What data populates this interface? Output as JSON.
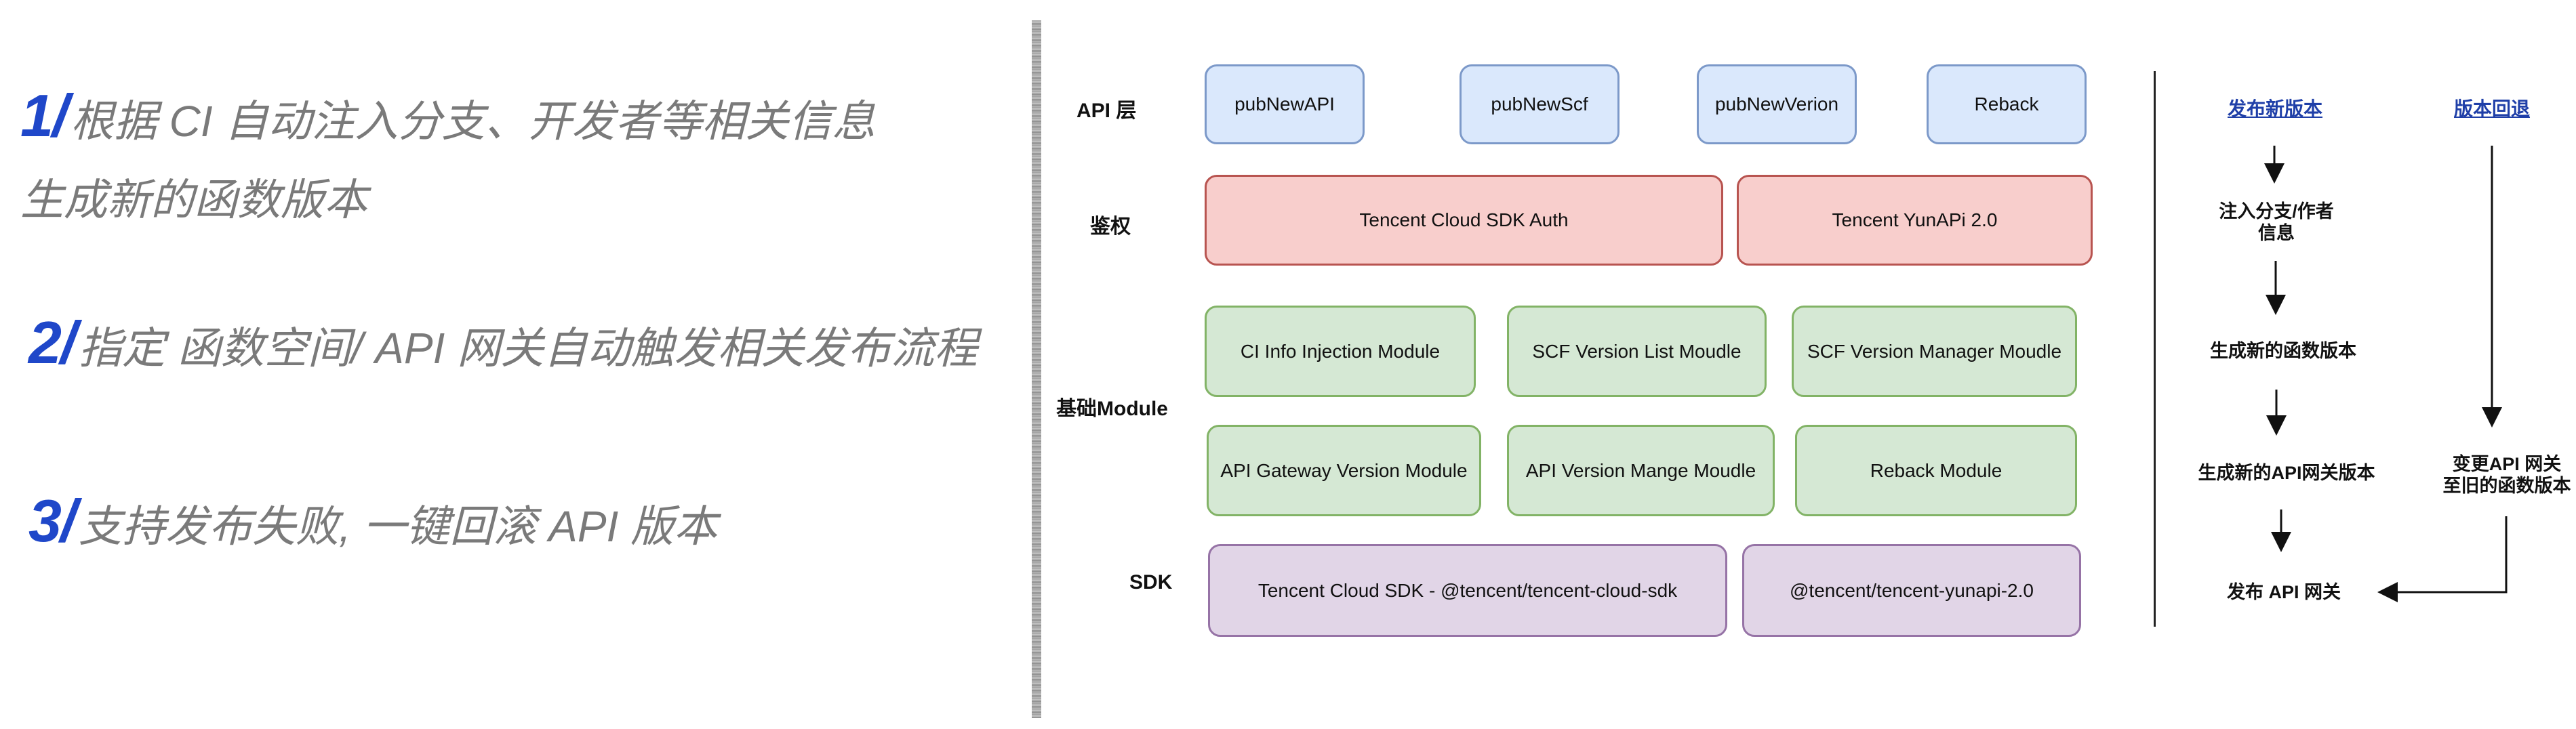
{
  "features": [
    {
      "num": "1/",
      "text": "根据 CI 自动注入分支、开发者等相关信息",
      "text2": "生成新的函数版本"
    },
    {
      "num": "2/",
      "text": "指定 函数空间/ API 网关自动触发相关发布流程"
    },
    {
      "num": "3/",
      "text": "支持发布失败, 一键回滚 API 版本"
    }
  ],
  "diagram": {
    "layers": {
      "api": "API 层",
      "auth": "鉴权",
      "module": "基础Module",
      "sdk": "SDK"
    },
    "api_boxes": [
      "pubNewAPI",
      "pubNewScf",
      "pubNewVerion",
      "Reback"
    ],
    "auth_boxes": [
      "Tencent Cloud SDK Auth",
      "Tencent YunAPi 2.0"
    ],
    "module_boxes": [
      "CI Info Injection Module",
      "SCF Version List Moudle",
      "SCF Version Manager Moudle",
      "API Gateway Version Module",
      "API Version Mange Moudle",
      "Reback Module"
    ],
    "sdk_boxes": [
      "Tencent Cloud SDK - @tencent/tencent-cloud-sdk",
      "@tencent/tencent-yunapi-2.0"
    ],
    "colors": {
      "api": "#dae8fc",
      "auth": "#f8cecc",
      "module": "#d5e8d4",
      "sdk": "#e1d5e7"
    }
  },
  "flow": {
    "publish_link": "发布新版本",
    "rollback_link": "版本回退",
    "step1_line1": "注入分支/作者",
    "step1_line2": "信息",
    "step2": "生成新的函数版本",
    "step3": "生成新的API网关版本",
    "step4": "发布 API 网关",
    "rollback_line1": "变更API 网关",
    "rollback_line2": "至旧的函数版本"
  }
}
